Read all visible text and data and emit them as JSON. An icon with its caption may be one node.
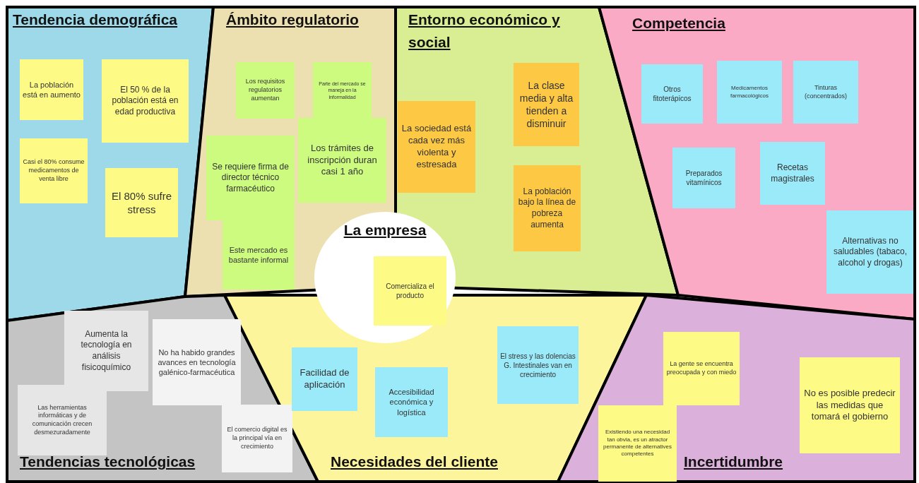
{
  "diagram": {
    "nodes": [
      {
        "text": [
          "Tendencia demográfica"
        ]
      },
      {
        "text": [
          "La población está en aumento"
        ],
        "in": 0
      },
      {
        "text": [
          "El 50 % de la población está en edad productiva"
        ],
        "in": 0
      },
      {
        "text": [
          "Casi el 80% consume medicamentos de venta libre"
        ],
        "in": 0
      },
      {
        "text": [
          "El 80% sufre stress"
        ],
        "in": 0
      },
      {
        "text": [
          "Ámbito regulatorio"
        ]
      },
      {
        "text": [
          "Los requisitos regulatorios aumentan"
        ],
        "in": 5
      },
      {
        "text": [
          "Parte del mercado se maneja en la informalidad"
        ],
        "in": 5
      },
      {
        "text": [
          "Los trámites de inscripción duran casi 1 año"
        ],
        "in": 5
      },
      {
        "text": [
          "Se requiere firma de director técnico farmacéutico"
        ],
        "in": 5
      },
      {
        "text": [
          "Este mercado es bastante informal"
        ],
        "in": 5
      },
      {
        "text": [
          "Entorno económico y social"
        ]
      },
      {
        "text": [
          "La sociedad está cada vez más violenta y estresada"
        ],
        "in": 11
      },
      {
        "text": [
          "La clase media y alta tienden a disminuir"
        ],
        "in": 11
      },
      {
        "text": [
          "La población bajo la línea de pobreza aumenta"
        ],
        "in": 11
      },
      {
        "text": [
          "Competencia"
        ]
      },
      {
        "text": [
          "Otros fitoterápicos"
        ],
        "in": 15
      },
      {
        "text": [
          "Medicamentos farmacológicos"
        ],
        "in": 15
      },
      {
        "text": [
          "Tinturas (concentrados)"
        ],
        "in": 15
      },
      {
        "text": [
          "Preparados vitamínicos"
        ],
        "in": 15
      },
      {
        "text": [
          "Recetas magistrales"
        ],
        "in": 15
      },
      {
        "text": [
          "Alternativas no saludables (tabaco, alcohol y drogas)"
        ],
        "in": 15
      },
      {
        "text": [
          "La empresa"
        ]
      },
      {
        "text": [
          "Comercializa el producto"
        ],
        "in": 22
      },
      {
        "text": [
          "Tendencias tecnológicas"
        ]
      },
      {
        "text": [
          "Aumenta la tecnología en análisis fisicoquímico"
        ],
        "in": 24
      },
      {
        "text": [
          "Las herramientas informáticas y de comunicación crecen desmezuradamente"
        ],
        "in": 24
      },
      {
        "text": [
          "No ha habido grandes avances en tecnología galénico-farmacéutica"
        ],
        "in": 24
      },
      {
        "text": [
          "El comercio digital es la principal vía en crecimiento"
        ],
        "in": 24
      },
      {
        "text": [
          "Necesidades del cliente"
        ]
      },
      {
        "text": [
          "Facilidad de aplicación"
        ],
        "in": 29
      },
      {
        "text": [
          "Accesibilidad económica y logística"
        ],
        "in": 29
      },
      {
        "text": [
          "El stress y las dolencias G. Intestinales van en crecimiento"
        ],
        "in": 29
      },
      {
        "text": [
          "Incertidumbre"
        ]
      },
      {
        "text": [
          "La gente se encuentra preocupada y con miedo"
        ],
        "in": 33
      },
      {
        "text": [
          "Existiendo una necesidad tan obvia, es un atractor permanente de alternatives competentes"
        ],
        "in": 33
      },
      {
        "text": [
          "No es posible predecir las medidas que tomará el gobierno"
        ],
        "in": 33
      }
    ]
  }
}
